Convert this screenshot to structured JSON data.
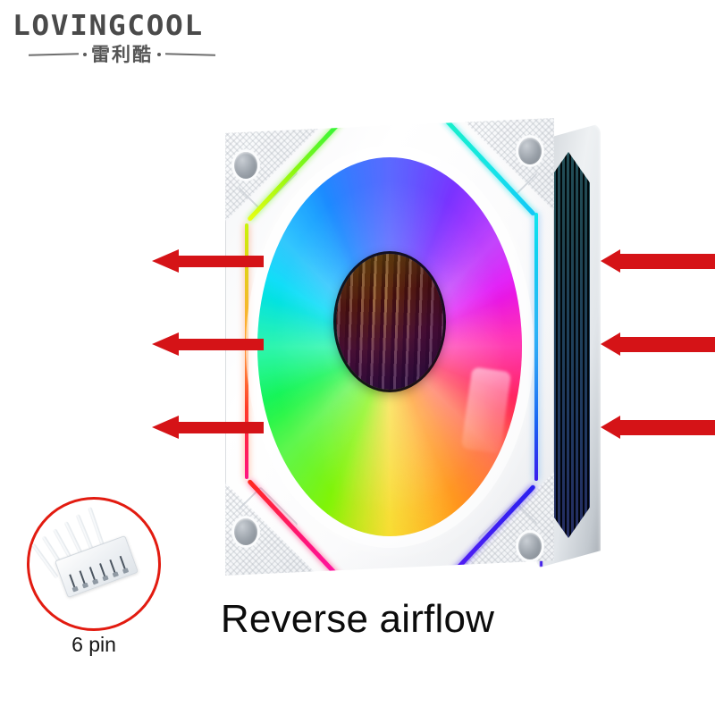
{
  "brand": {
    "wordmark": "LOVINGCOOL",
    "chinese_name": "雷利酷"
  },
  "product": {
    "type": "rgb-case-fan",
    "caption": "Reverse airflow",
    "frame_color": "#ffffff",
    "arrow_color": "#d51317",
    "rgb_ring_colors": [
      "#8cf018",
      "#14d8f2",
      "#3f4ef2",
      "#d41ee8",
      "#f51a9a",
      "#fb7a18",
      "#f3d413"
    ],
    "corner_strips": [
      {
        "position": "top-left",
        "color": "#8bf70d"
      },
      {
        "position": "top-right",
        "color": "#14e4e8"
      },
      {
        "position": "bottom-left",
        "color": "#ff1470"
      },
      {
        "position": "bottom-right",
        "color": "#3c1ef2"
      }
    ],
    "side_panel": {
      "vent_color": "#07224f",
      "edge_glow": "#11a9f4"
    },
    "mount_holes": 4
  },
  "airflow": {
    "direction": "left",
    "left_arrows": 3,
    "right_arrows": 3,
    "arrows": [
      {
        "side": "left",
        "index": 1
      },
      {
        "side": "left",
        "index": 2
      },
      {
        "side": "left",
        "index": 3
      },
      {
        "side": "right",
        "index": 1
      },
      {
        "side": "right",
        "index": 2
      },
      {
        "side": "right",
        "index": 3
      }
    ]
  },
  "connector": {
    "label": "6 pin",
    "pin_count": 6,
    "circle_color": "#e21b10",
    "housing_color": "#f2f5f8"
  }
}
